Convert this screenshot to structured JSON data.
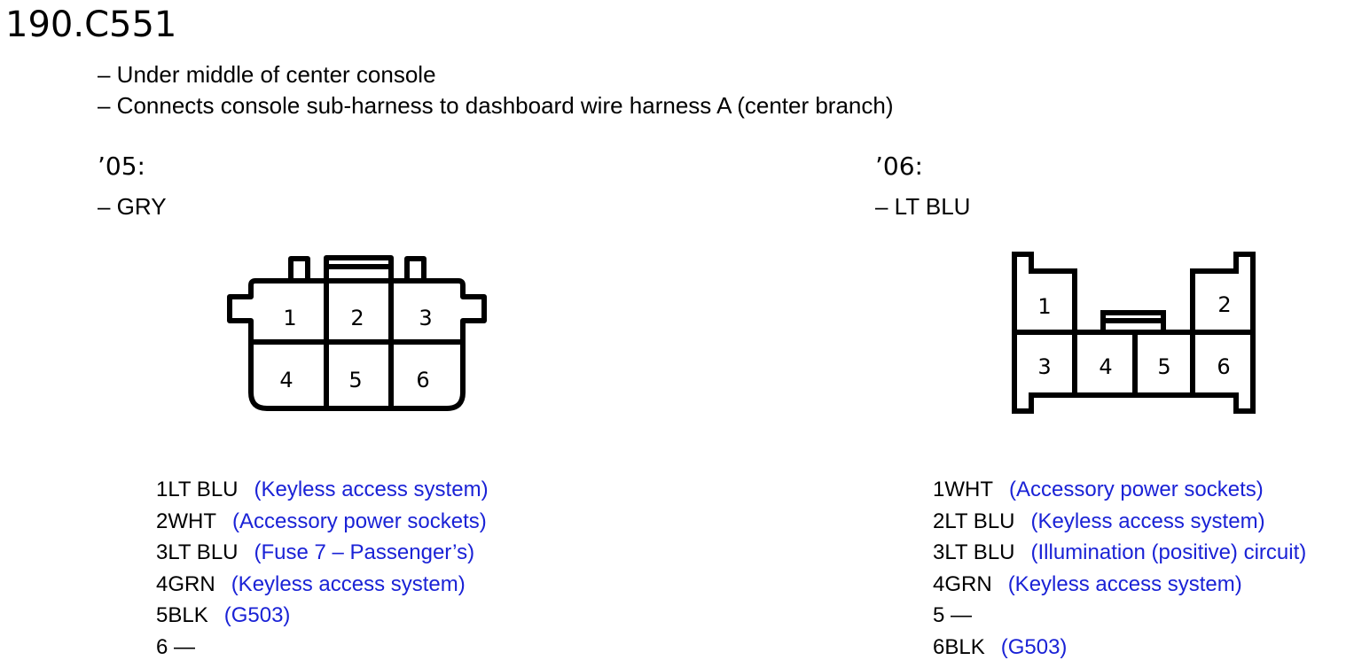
{
  "title": "190.C551",
  "description": [
    "– Under middle of center console",
    "– Connects console sub-harness to dashboard wire harness A (center branch)"
  ],
  "variants": [
    {
      "year": "’05:",
      "color": "– GRY",
      "pin_labels": [
        "1",
        "2",
        "3",
        "4",
        "5",
        "6"
      ],
      "pins": [
        {
          "num_color": "1LT BLU",
          "circuit": "(Keyless access system)"
        },
        {
          "num_color": "2WHT",
          "circuit": "(Accessory power sockets)"
        },
        {
          "num_color": "3LT BLU",
          "circuit": "(Fuse 7 – Passenger’s)"
        },
        {
          "num_color": "4GRN",
          "circuit": "(Keyless access system)"
        },
        {
          "num_color": "5BLK",
          "circuit": "(G503)"
        },
        {
          "num_color": "6 —",
          "circuit": ""
        }
      ]
    },
    {
      "year": "’06:",
      "color": "– LT BLU",
      "pin_labels": [
        "1",
        "2",
        "3",
        "4",
        "5",
        "6"
      ],
      "pins": [
        {
          "num_color": "1WHT",
          "circuit": "(Accessory power sockets)"
        },
        {
          "num_color": "2LT BLU",
          "circuit": "(Keyless access system)"
        },
        {
          "num_color": "3LT BLU",
          "circuit": "(Illumination (positive) circuit)"
        },
        {
          "num_color": "4GRN",
          "circuit": "(Keyless access system)"
        },
        {
          "num_color": "5 —",
          "circuit": ""
        },
        {
          "num_color": "6BLK",
          "circuit": "(G503)"
        }
      ]
    }
  ],
  "colors": {
    "text": "#000000",
    "circuit_link": "#1a22d6",
    "background": "#ffffff"
  }
}
